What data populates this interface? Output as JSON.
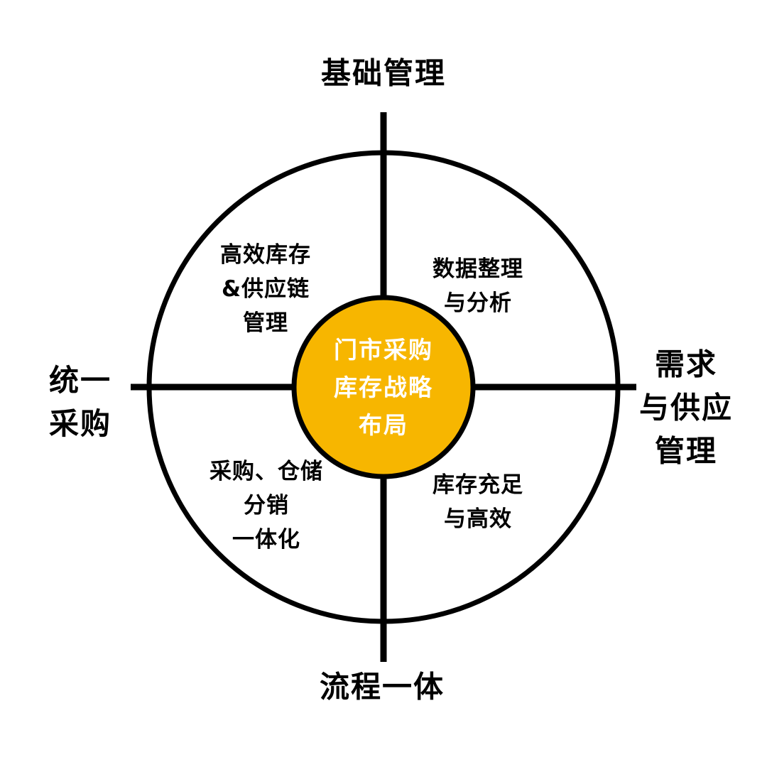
{
  "diagram": {
    "title_note": "",
    "center": {
      "lines": [
        "门市采购",
        "库存战略",
        "布局"
      ]
    },
    "axes": {
      "top": {
        "lines": [
          "基础管理"
        ]
      },
      "right": {
        "lines": [
          "需求",
          "与供应",
          "管理"
        ]
      },
      "bottom": {
        "lines": [
          "流程一体"
        ]
      },
      "left": {
        "lines": [
          "统一",
          "采购"
        ]
      }
    },
    "quadrants": {
      "top_left": {
        "lines": [
          "高效库存",
          "&供应链",
          "管理"
        ]
      },
      "top_right": {
        "lines": [
          "数据整理",
          "与分析"
        ]
      },
      "bottom_left": {
        "lines": [
          "采购、仓储",
          "分销",
          "一体化"
        ]
      },
      "bottom_right": {
        "lines": [
          "库存充足",
          "与高效"
        ]
      }
    },
    "colors": {
      "background": "#FFFFFF",
      "line": "#000000",
      "outer_circle_fill": "#FFFFFF",
      "center_fill": "#F7B600",
      "center_stroke": "#000000",
      "center_text": "#FFFFFF"
    }
  }
}
